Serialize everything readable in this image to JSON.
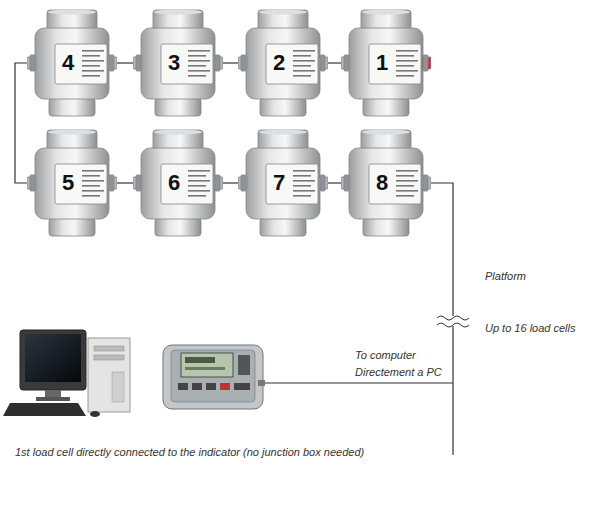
{
  "diagram": {
    "caption": "1st load cell directly connected to the indicator (no junction box needed)",
    "nodes": [
      {
        "text": [
          "4"
        ]
      },
      {
        "text": [
          "3"
        ]
      },
      {
        "text": [
          "2"
        ]
      },
      {
        "text": [
          "1"
        ]
      },
      {
        "text": [
          "5"
        ]
      },
      {
        "text": [
          "6"
        ]
      },
      {
        "text": [
          "7"
        ]
      },
      {
        "text": [
          "8"
        ]
      }
    ],
    "edges": [
      {
        "from": 0,
        "to": 1,
        "arrow": "none"
      },
      {
        "from": 1,
        "to": 2,
        "arrow": "none"
      },
      {
        "from": 2,
        "to": 3,
        "arrow": "none"
      },
      {
        "from": 0,
        "to": 4,
        "arrow": "none"
      },
      {
        "from": 4,
        "to": 5,
        "arrow": "none"
      },
      {
        "from": 5,
        "to": 6,
        "arrow": "none"
      },
      {
        "from": 6,
        "to": 7,
        "arrow": "none"
      }
    ],
    "labels": [
      "Platform",
      "Up to 16 load cells",
      "To computer",
      "Directement a PC"
    ]
  }
}
